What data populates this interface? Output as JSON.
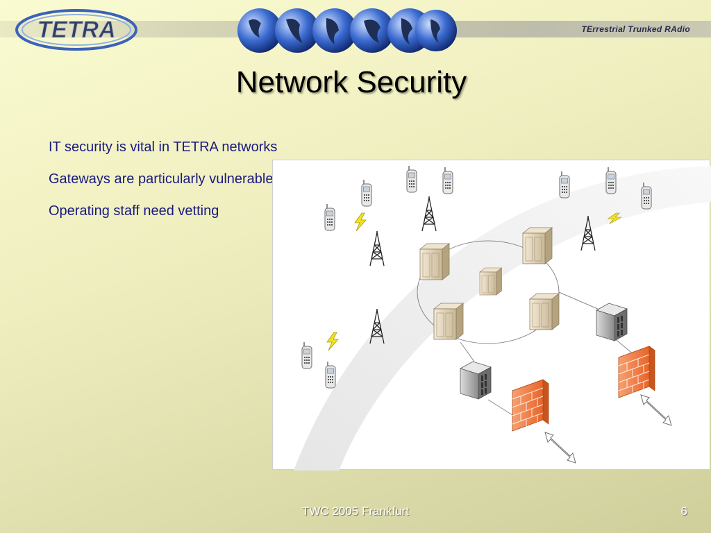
{
  "header": {
    "logo_text": "TETRA",
    "tagline": "TErrestrial Trunked RAdio"
  },
  "slide": {
    "title": "Network Security",
    "bullets": [
      "IT security is vital in TETRA networks",
      "Gateways are particularly vulnerable.",
      "Operating staff need vetting"
    ]
  },
  "footer": {
    "center": "TWC 2005 Frankfurt",
    "page_number": "6"
  },
  "colors": {
    "bullet_text": "#1a1a80",
    "firewall": "#f07a3c"
  }
}
